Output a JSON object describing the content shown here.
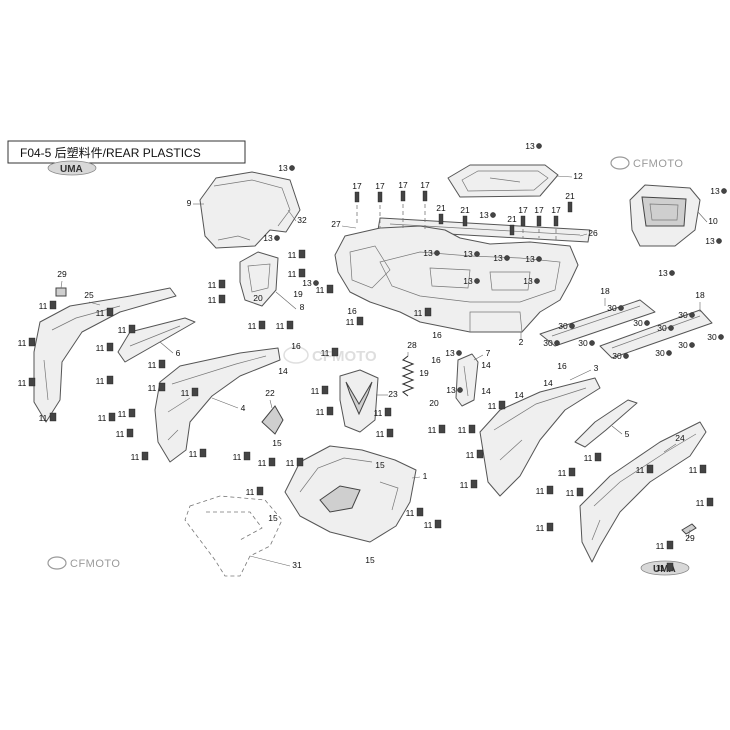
{
  "title": "F04-5 后塑料件/REAR PLASTICS",
  "logos": {
    "brand": "CFMOTO",
    "dealer": "UMA"
  },
  "callouts": [
    "13",
    "9",
    "32",
    "13",
    "13",
    "12",
    "13",
    "10",
    "13",
    "13",
    "17",
    "17",
    "17",
    "17",
    "27",
    "21",
    "21",
    "13",
    "21",
    "17",
    "17",
    "17",
    "21",
    "26",
    "13",
    "13",
    "13",
    "13",
    "13",
    "13",
    "11",
    "11",
    "13",
    "11",
    "19",
    "8",
    "20",
    "11",
    "11",
    "11",
    "11",
    "29",
    "25",
    "11",
    "11",
    "11",
    "11",
    "11",
    "11",
    "11",
    "11",
    "11",
    "6",
    "16",
    "11",
    "11",
    "16",
    "2",
    "18",
    "30",
    "30",
    "30",
    "30",
    "30",
    "18",
    "30",
    "30",
    "30",
    "30",
    "30",
    "30",
    "11",
    "11",
    "11",
    "4",
    "11",
    "11",
    "11",
    "11",
    "11",
    "14",
    "16",
    "11",
    "11",
    "11",
    "28",
    "16",
    "13",
    "7",
    "14",
    "19",
    "13",
    "14",
    "23",
    "20",
    "11",
    "11",
    "11",
    "11",
    "11",
    "14",
    "16",
    "3",
    "14",
    "22",
    "5",
    "24",
    "11",
    "15",
    "15",
    "1",
    "11",
    "11",
    "11",
    "11",
    "11",
    "11",
    "11",
    "11",
    "11",
    "11",
    "11",
    "11",
    "11",
    "11",
    "11",
    "11",
    "29",
    "15",
    "15",
    "31"
  ]
}
